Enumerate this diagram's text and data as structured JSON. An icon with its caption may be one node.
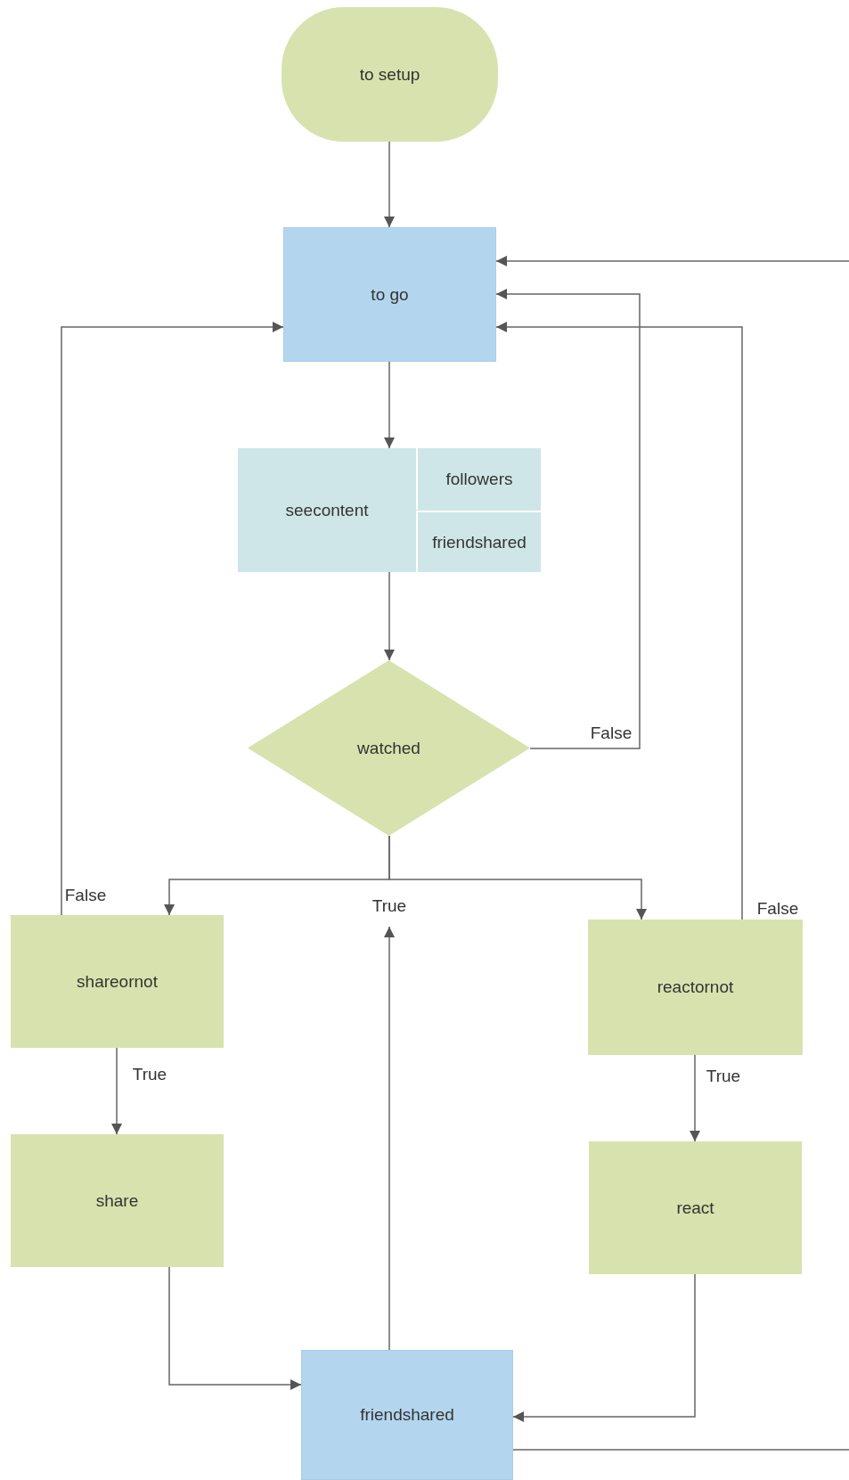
{
  "diagram": {
    "nodes": [
      {
        "text": [
          "to setup"
        ]
      },
      {
        "text": [
          "to go"
        ]
      },
      {
        "text": [
          "seecontent"
        ]
      },
      {
        "text": [
          "followers"
        ],
        "in": 2
      },
      {
        "text": [
          "friendshared"
        ],
        "in": 2
      },
      {
        "text": [
          "watched"
        ]
      },
      {
        "text": [
          "shareornot"
        ]
      },
      {
        "text": [
          "share"
        ]
      },
      {
        "text": [
          "reactornot"
        ]
      },
      {
        "text": [
          "react"
        ]
      },
      {
        "text": [
          "friendshared"
        ]
      }
    ],
    "edges": [
      {
        "from": 0,
        "to": 1,
        "arrow": "to"
      },
      {
        "from": 1,
        "to": 2,
        "arrow": "to"
      },
      {
        "from": 2,
        "to": 5,
        "arrow": "to"
      },
      {
        "from": 5,
        "to": 6,
        "arrow": "to",
        "label": "True"
      },
      {
        "from": 5,
        "to": 8,
        "arrow": "to"
      },
      {
        "from": 5,
        "to": 1,
        "arrow": "to",
        "label": "False"
      },
      {
        "from": 6,
        "to": 1,
        "arrow": "to",
        "label": "False"
      },
      {
        "from": 6,
        "to": 7,
        "arrow": "to",
        "label": "True"
      },
      {
        "from": 8,
        "to": 1,
        "arrow": "to",
        "label": "False"
      },
      {
        "from": 8,
        "to": 9,
        "arrow": "to",
        "label": "True"
      },
      {
        "from": 7,
        "to": 10,
        "arrow": "to"
      },
      {
        "from": 9,
        "to": 10,
        "arrow": "to"
      },
      {
        "from": 10,
        "to": null,
        "arrow": "to"
      },
      {
        "from": 10,
        "to": null,
        "arrow": "none"
      },
      {
        "from": null,
        "to": 1,
        "arrow": "to"
      }
    ]
  }
}
